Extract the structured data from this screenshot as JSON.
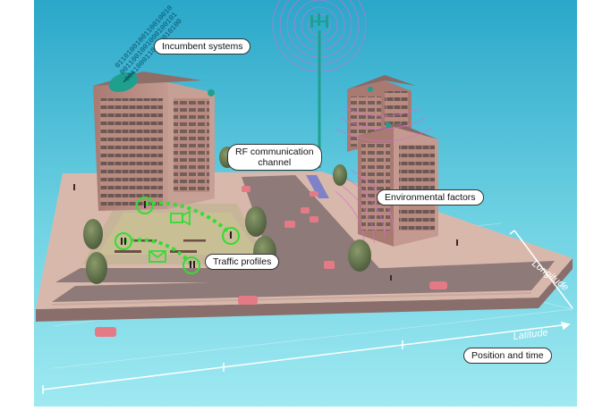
{
  "labels": {
    "incumbent": "Incumbent systems",
    "rf_line1": "RF communication",
    "rf_line2": "channel",
    "environmental": "Environmental factors",
    "traffic": "Traffic profiles",
    "position_time": "Position and time"
  },
  "axes": {
    "latitude": "Latitude",
    "longitude": "Longitude"
  },
  "binary_stream": [
    "0110100100110010010",
    "0011001001000100101",
    "0011000110010010100"
  ],
  "colors": {
    "sky_top": "#2aa7c9",
    "sky_bottom": "#8fe3ee",
    "road": "#8e7a78",
    "sidewalk": "#d8b7aa",
    "building": "#b5847a",
    "window": "#6e5a56",
    "traffic_green": "#33dd33",
    "rf_rings": "#d66bd6",
    "car": "#e47a86",
    "axis": "#ffffff"
  }
}
